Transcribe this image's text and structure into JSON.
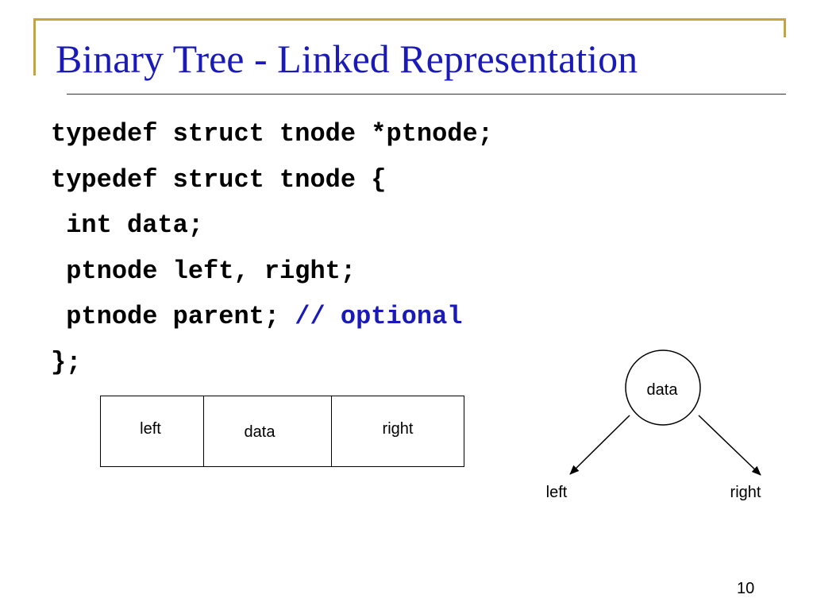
{
  "slide": {
    "title": "Binary Tree - Linked Representation",
    "page_number": "10"
  },
  "code": {
    "lines": [
      "typedef struct tnode *ptnode;",
      "typedef struct tnode {",
      " int data;",
      " ptnode left, right;",
      " ptnode parent; "
    ],
    "comment": "// optional",
    "closing": "};"
  },
  "record_diagram": {
    "cells": [
      "left",
      "data",
      "right"
    ]
  },
  "tree_diagram": {
    "node_label": "data",
    "left_label": "left",
    "right_label": "right"
  },
  "colors": {
    "title": "#1a1ab8",
    "comment": "#1a1ab8",
    "frame_accent": "#c8a43c"
  }
}
